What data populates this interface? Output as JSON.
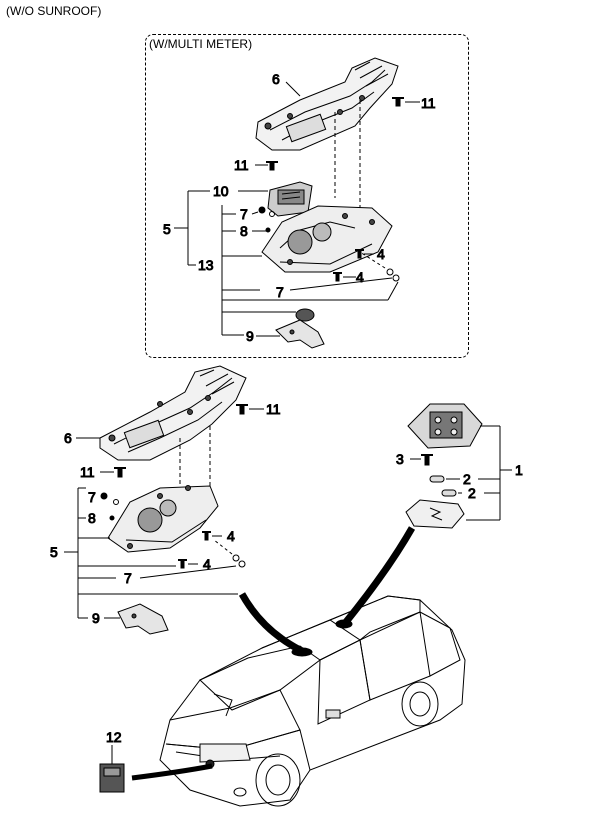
{
  "diagram": {
    "title": "(W/O SUNROOF)",
    "inset_title": "(W/MULTI METER)",
    "labels": {
      "inset_6": "6",
      "inset_11_top": "11",
      "inset_11_mid": "11",
      "inset_10": "10",
      "inset_5": "5",
      "inset_7a": "7",
      "inset_8": "8",
      "inset_13": "13",
      "inset_4a": "4",
      "inset_4b": "4",
      "inset_7b": "7",
      "inset_9": "9",
      "main_11_top": "11",
      "main_6": "6",
      "main_11_mid": "11",
      "main_7a": "7",
      "main_8": "8",
      "main_5": "5",
      "main_4a": "4",
      "main_4b": "4",
      "main_7b": "7",
      "main_9": "9",
      "right_3": "3",
      "right_2a": "2",
      "right_2b": "2",
      "right_1": "1",
      "bottom_12": "12"
    }
  }
}
